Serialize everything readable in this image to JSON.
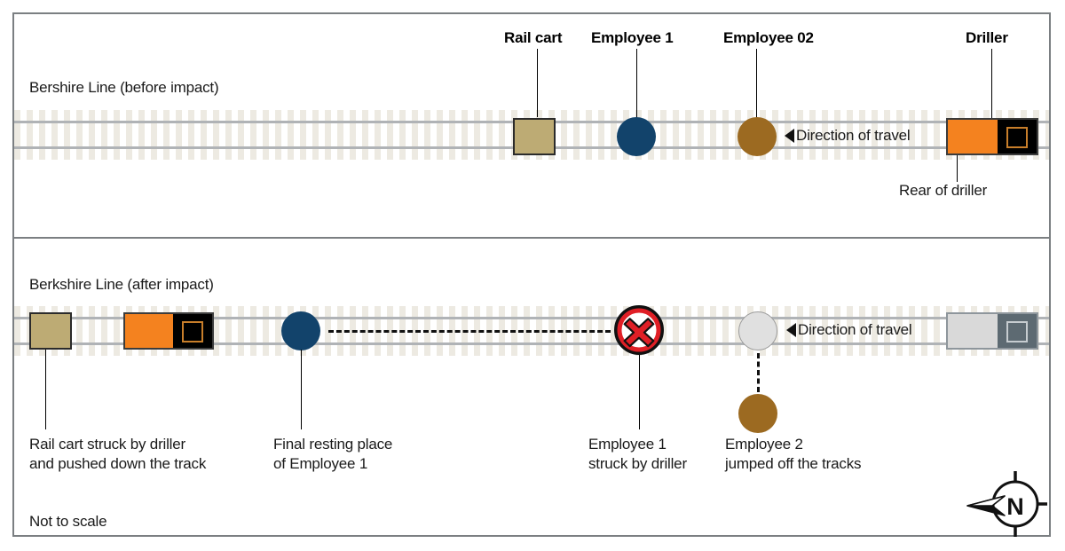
{
  "diagram": {
    "footnote": "Not to scale",
    "compass_letter": "N"
  },
  "colors": {
    "frame": "#7b7f82",
    "railcart": "#bdab74",
    "employee1": "#12436b",
    "employee2": "#9c6a21",
    "driller_body": "#f4821f",
    "driller_cab": "#000000",
    "ghost_body": "#d9d9d9",
    "ghost_cab": "#5d6a72",
    "x_marker_red": "#e01f26",
    "track_tie": "#edeae2",
    "rail": "#b0b3b6"
  },
  "panel_before": {
    "title": "Bershire Line (before impact)",
    "labels": {
      "rail_cart": "Rail cart",
      "employee_1": "Employee 1",
      "employee_02": "Employee 02",
      "driller": "Driller",
      "rear_of_driller": "Rear of driller",
      "direction_of_travel": "Direction of travel"
    }
  },
  "panel_after": {
    "title": "Berkshire Line (after impact)",
    "labels": {
      "rail_cart_note_line1": "Rail cart struck by driller",
      "rail_cart_note_line2": "and pushed down the track",
      "employee1_rest_line1": "Final resting place",
      "employee1_rest_line2": "of Employee 1",
      "employee1_struck_line1": "Employee 1",
      "employee1_struck_line2": "struck by driller",
      "employee2_jumped_line1": "Employee 2",
      "employee2_jumped_line2": "jumped off the tracks",
      "direction_of_travel": "Direction of travel"
    }
  }
}
